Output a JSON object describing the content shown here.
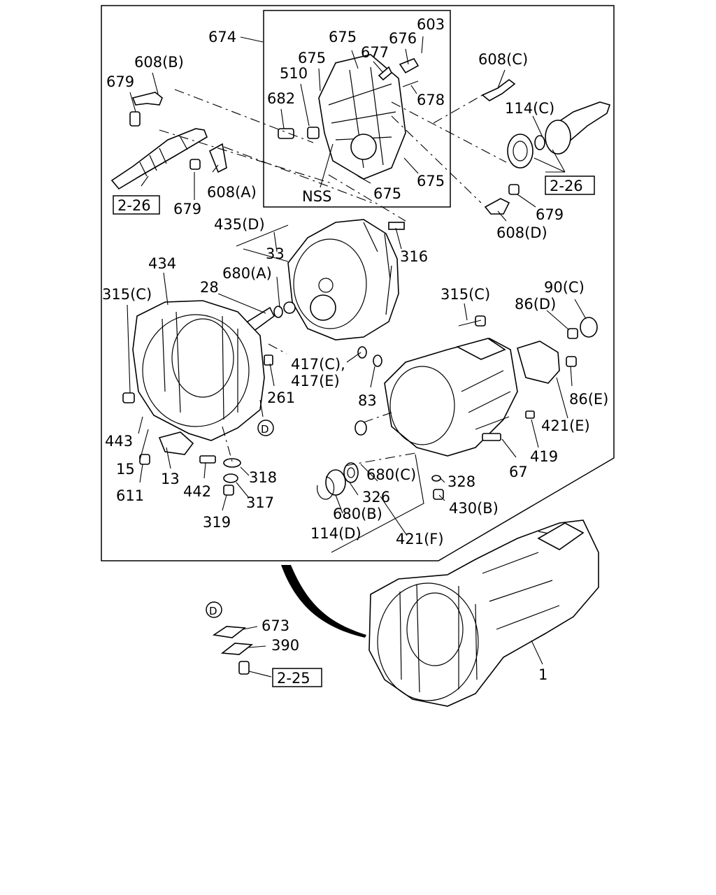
{
  "diagram": {
    "callouts": [
      {
        "id": "674",
        "text": "674"
      },
      {
        "id": "675a",
        "text": "675"
      },
      {
        "id": "603",
        "text": "603"
      },
      {
        "id": "676",
        "text": "676"
      },
      {
        "id": "675b",
        "text": "675"
      },
      {
        "id": "677",
        "text": "677"
      },
      {
        "id": "510",
        "text": "510"
      },
      {
        "id": "682",
        "text": "682"
      },
      {
        "id": "678",
        "text": "678"
      },
      {
        "id": "608b",
        "text": "608(B)"
      },
      {
        "id": "679a",
        "text": "679"
      },
      {
        "id": "608c",
        "text": "608(C)"
      },
      {
        "id": "114c",
        "text": "114(C)"
      },
      {
        "id": "675c",
        "text": "675"
      },
      {
        "id": "nss",
        "text": "NSS"
      },
      {
        "id": "675d",
        "text": "675"
      },
      {
        "id": "608a",
        "text": "608(A)"
      },
      {
        "id": "679b",
        "text": "679"
      },
      {
        "id": "679c",
        "text": "679"
      },
      {
        "id": "608d",
        "text": "608(D)"
      },
      {
        "id": "435d",
        "text": "435(D)"
      },
      {
        "id": "33",
        "text": "33"
      },
      {
        "id": "316",
        "text": "316"
      },
      {
        "id": "434",
        "text": "434"
      },
      {
        "id": "680a",
        "text": "680(A)"
      },
      {
        "id": "28",
        "text": "28"
      },
      {
        "id": "315c_left",
        "text": "315(C)"
      },
      {
        "id": "315c_right",
        "text": "315(C)"
      },
      {
        "id": "90c",
        "text": "90(C)"
      },
      {
        "id": "86d",
        "text": "86(D)"
      },
      {
        "id": "417c",
        "text": "417(C),"
      },
      {
        "id": "417e",
        "text": "417(E)"
      },
      {
        "id": "261",
        "text": "261"
      },
      {
        "id": "83",
        "text": "83"
      },
      {
        "id": "86e",
        "text": "86(E)"
      },
      {
        "id": "421e",
        "text": "421(E)"
      },
      {
        "id": "443",
        "text": "443"
      },
      {
        "id": "15",
        "text": "15"
      },
      {
        "id": "13",
        "text": "13"
      },
      {
        "id": "611",
        "text": "611"
      },
      {
        "id": "442",
        "text": "442"
      },
      {
        "id": "318",
        "text": "318"
      },
      {
        "id": "317",
        "text": "317"
      },
      {
        "id": "319",
        "text": "319"
      },
      {
        "id": "419",
        "text": "419"
      },
      {
        "id": "67",
        "text": "67"
      },
      {
        "id": "680c",
        "text": "680(C)"
      },
      {
        "id": "328",
        "text": "328"
      },
      {
        "id": "326",
        "text": "326"
      },
      {
        "id": "430b",
        "text": "430(B)"
      },
      {
        "id": "680b",
        "text": "680(B)"
      },
      {
        "id": "114d",
        "text": "114(D)"
      },
      {
        "id": "421f",
        "text": "421(F)"
      },
      {
        "id": "673",
        "text": "673"
      },
      {
        "id": "390",
        "text": "390"
      },
      {
        "id": "1",
        "text": "1"
      }
    ],
    "references": [
      {
        "id": "ref_left",
        "text": "2-26"
      },
      {
        "id": "ref_right",
        "text": "2-26"
      },
      {
        "id": "ref_bottom",
        "text": "2-25"
      }
    ],
    "circle_markers": [
      {
        "id": "d_main",
        "text": "D"
      },
      {
        "id": "d_inset",
        "text": "D"
      }
    ]
  }
}
